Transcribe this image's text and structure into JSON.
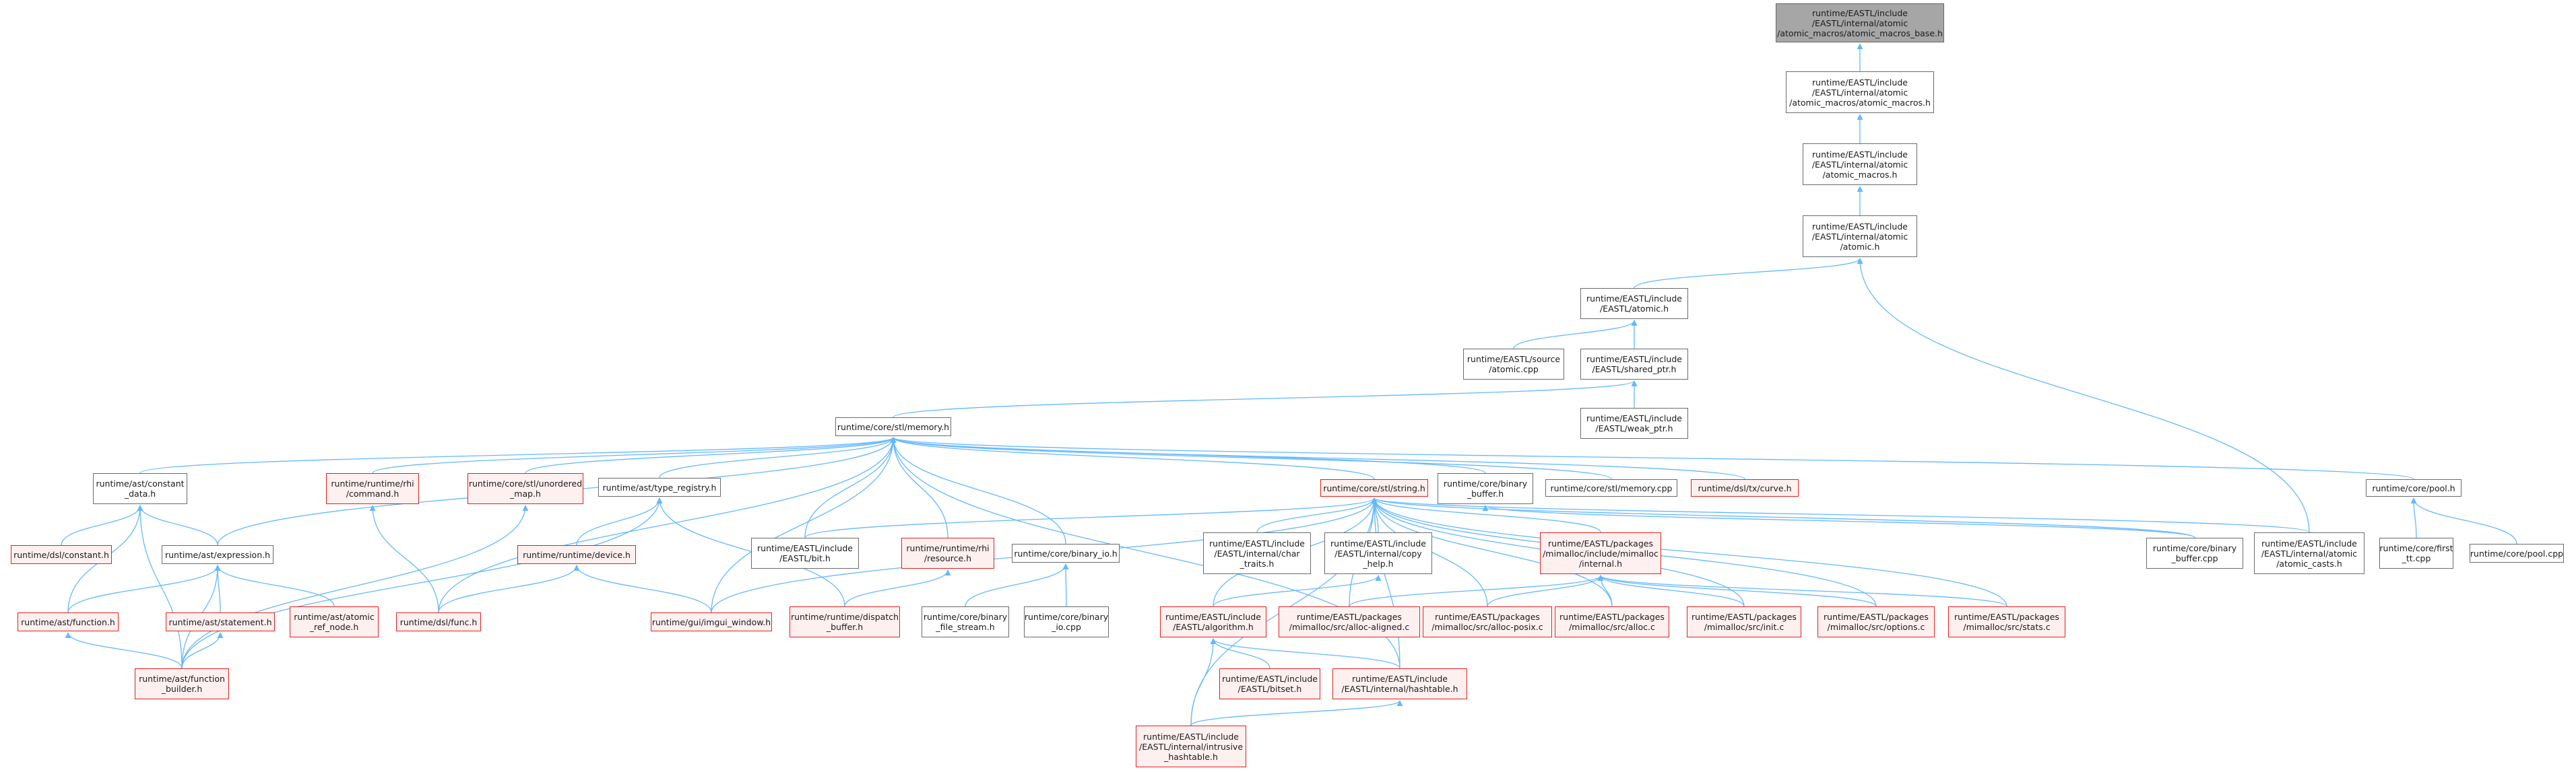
{
  "colors": {
    "edge": "#63b8ff",
    "node_border": "#6b6b6b",
    "missing_border": "#e0211f",
    "missing_fill": "#fff0f0",
    "root_fill": "#a6a6a6"
  },
  "nodes": {
    "n_base": {
      "label": "runtime/EASTL/include\n/EASTL/internal/atomic\n/atomic_macros/atomic_macros_base.h"
    },
    "n_macros2": {
      "label": "runtime/EASTL/include\n/EASTL/internal/atomic\n/atomic_macros/atomic_macros.h"
    },
    "n_macros": {
      "label": "runtime/EASTL/include\n/EASTL/internal/atomic\n/atomic_macros.h"
    },
    "n_iatomic": {
      "label": "runtime/EASTL/include\n/EASTL/internal/atomic\n/atomic.h"
    },
    "n_atomic": {
      "label": "runtime/EASTL/include\n/EASTL/atomic.h"
    },
    "n_atomiccpp": {
      "label": "runtime/EASTL/source\n/atomic.cpp"
    },
    "n_shared": {
      "label": "runtime/EASTL/include\n/EASTL/shared_ptr.h"
    },
    "n_weak": {
      "label": "runtime/EASTL/include\n/EASTL/weak_ptr.h"
    },
    "n_memory": {
      "label": "runtime/core/stl/memory.h"
    },
    "n_constdata": {
      "label": "runtime/ast/constant\n_data.h"
    },
    "n_rhicmd": {
      "label": "runtime/runtime/rhi\n/command.h"
    },
    "n_umap": {
      "label": "runtime/core/stl/unordered\n_map.h"
    },
    "n_typereg": {
      "label": "runtime/ast/type_registry.h"
    },
    "n_string": {
      "label": "runtime/core/stl/string.h"
    },
    "n_binbuf": {
      "label": "runtime/core/binary\n_buffer.h"
    },
    "n_memcpp": {
      "label": "runtime/core/stl/memory.cpp"
    },
    "n_curve": {
      "label": "runtime/dsl/tx/curve.h"
    },
    "n_pool": {
      "label": "runtime/core/pool.h"
    },
    "n_dslconst": {
      "label": "runtime/dsl/constant.h"
    },
    "n_expr": {
      "label": "runtime/ast/expression.h"
    },
    "n_device": {
      "label": "runtime/runtime/device.h"
    },
    "n_bit": {
      "label": "runtime/EASTL/include\n/EASTL/bit.h"
    },
    "n_resource": {
      "label": "runtime/runtime/rhi\n/resource.h"
    },
    "n_binio": {
      "label": "runtime/core/binary_io.h"
    },
    "n_chartr": {
      "label": "runtime/EASTL/include\n/EASTL/internal/char\n_traits.h"
    },
    "n_copyh": {
      "label": "runtime/EASTL/include\n/EASTL/internal/copy\n_help.h"
    },
    "n_mminternal": {
      "label": "runtime/EASTL/packages\n/mimalloc/include/mimalloc\n/internal.h"
    },
    "n_binbufcpp": {
      "label": "runtime/core/binary\n_buffer.cpp"
    },
    "n_casts": {
      "label": "runtime/EASTL/include\n/EASTL/internal/atomic\n/atomic_casts.h"
    },
    "n_firsttt": {
      "label": "runtime/core/first\n_tt.cpp"
    },
    "n_poolcpp": {
      "label": "runtime/core/pool.cpp"
    },
    "n_function": {
      "label": "runtime/ast/function.h"
    },
    "n_statement": {
      "label": "runtime/ast/statement.h"
    },
    "n_atomref": {
      "label": "runtime/ast/atomic\n_ref_node.h"
    },
    "n_dslfunc": {
      "label": "runtime/dsl/func.h"
    },
    "n_imgui": {
      "label": "runtime/gui/imgui_window.h"
    },
    "n_dispatch": {
      "label": "runtime/runtime/dispatch\n_buffer.h"
    },
    "n_binfs": {
      "label": "runtime/core/binary\n_file_stream.h"
    },
    "n_biniocpp": {
      "label": "runtime/core/binary\n_io.cpp"
    },
    "n_algorithm": {
      "label": "runtime/EASTL/include\n/EASTL/algorithm.h"
    },
    "n_aligned": {
      "label": "runtime/EASTL/packages\n/mimalloc/src/alloc-aligned.c"
    },
    "n_posix": {
      "label": "runtime/EASTL/packages\n/mimalloc/src/alloc-posix.c"
    },
    "n_allocc": {
      "label": "runtime/EASTL/packages\n/mimalloc/src/alloc.c"
    },
    "n_initc": {
      "label": "runtime/EASTL/packages\n/mimalloc/src/init.c"
    },
    "n_options": {
      "label": "runtime/EASTL/packages\n/mimalloc/src/options.c"
    },
    "n_stats": {
      "label": "runtime/EASTL/packages\n/mimalloc/src/stats.c"
    },
    "n_fbuilder": {
      "label": "runtime/ast/function\n_builder.h"
    },
    "n_bitset": {
      "label": "runtime/EASTL/include\n/EASTL/bitset.h"
    },
    "n_hashtable": {
      "label": "runtime/EASTL/include\n/EASTL/internal/hashtable.h"
    },
    "n_intrusive": {
      "label": "runtime/EASTL/include\n/EASTL/internal/intrusive\n_hashtable.h"
    }
  }
}
